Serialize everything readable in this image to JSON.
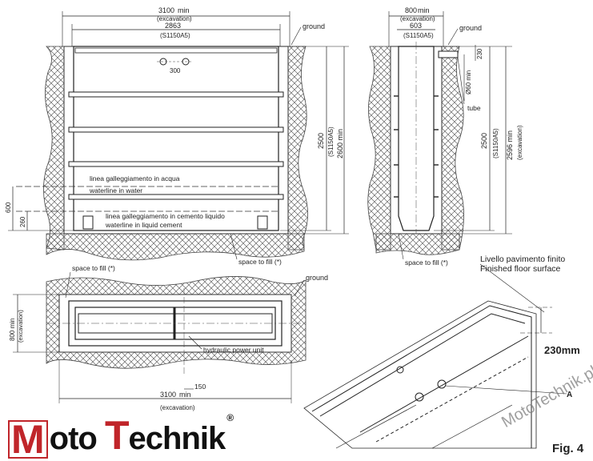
{
  "front": {
    "dim_exc": "3100",
    "dim_exc_min": "min",
    "dim_exc_sub": "(excavation)",
    "dim_inner": "2863",
    "dim_inner_sub": "(S1150A5)",
    "ground": "ground",
    "hole_spacing": "300",
    "waterline_it": "linea galleggiamento in acqua",
    "waterline_en": "waterline in water",
    "cement_it": "linea galleggiamento in cemento liquido",
    "cement_en": "waterline in liquid cement",
    "height_inner": "2500",
    "height_inner_sub": "(S1150A5)",
    "height_exc": "2600 min",
    "height_exc_sub": "(excavation)",
    "h600": "600",
    "h260": "260",
    "space_fill": "space to fill (*)"
  },
  "side": {
    "dim_exc": "800",
    "dim_exc_min": "min",
    "dim_exc_sub": "(excavation)",
    "dim_inner": "603",
    "dim_inner_sub": "(S1150A5)",
    "ground": "ground",
    "d230": "230",
    "tube_dia": "Ø60 min",
    "tube": "tube",
    "height_inner": "2500",
    "height_inner_sub": "(S1150A5)",
    "height_exc": "2596 min",
    "height_exc_sub": "(excavation)",
    "space_fill": "space to fill (*)"
  },
  "plan": {
    "space_fill": "space to fill (*)",
    "ground": "ground",
    "width_exc": "800 min",
    "width_exc_sub": "(excavation)",
    "hydraulic": "hydraulic power unit",
    "d150": "150",
    "length_exc": "3100",
    "length_exc_min": "min",
    "length_exc_sub": "(excavation)"
  },
  "iso": {
    "livello_it": "Livello pavimento finito",
    "livello_en": "Finished floor surface",
    "d230mm": "230mm",
    "label_a": "A"
  },
  "brand": {
    "logo_letter": "M",
    "logo_rest_1": "oto",
    "logo_t": "T",
    "logo_rest_2": "echnik",
    "reg": "®",
    "watermark": "MotoTechnik.pl"
  },
  "figure_label": "Fig. 4"
}
